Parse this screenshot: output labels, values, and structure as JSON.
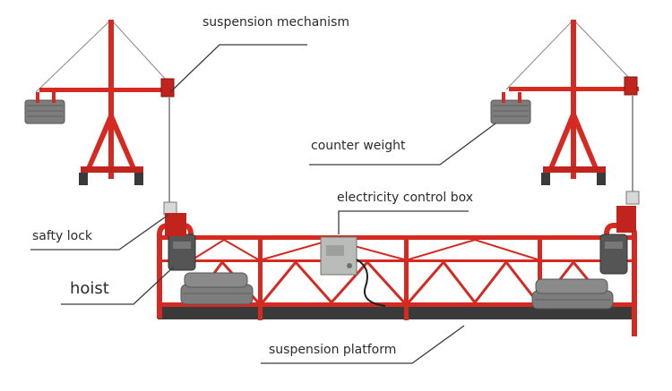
{
  "labels": {
    "suspension_mechanism": "suspension mechanism",
    "counter_weight": "counter weight",
    "electricity_control_box": "electricity control box",
    "safty_lock": "safty lock",
    "hoist": "hoist",
    "suspension_platform": "suspension platform"
  },
  "colors": {
    "frame_red": "#d42a22",
    "frame_dark": "#9a1712",
    "weight_gray": "#7d7d7d",
    "deck_dark": "#3a3a3a",
    "box_gray": "#b9bcb8",
    "leader_line": "#3b3b3b",
    "label_text": "#2b2b2b"
  }
}
